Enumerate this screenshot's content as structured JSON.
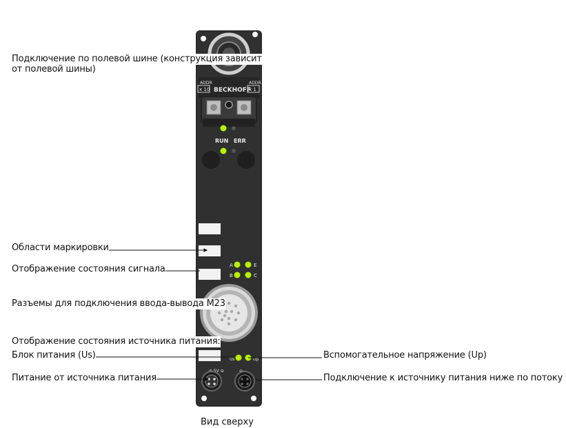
{
  "device": {
    "brand": "BECKHOFF",
    "addr_left_title": "ADDR.",
    "addr_left_mult": "x 10",
    "addr_right_title": "ADDR.",
    "addr_right_mult": "x 1",
    "run_label": "RUN",
    "err_label": "ERR",
    "led_a": "A",
    "led_e": "E",
    "led_b": "B",
    "led_c": "C",
    "led_us": "Us",
    "led_up": "Up",
    "power_in_marks": "⊕ 5V ⊖",
    "power_out_marks": "⊖—"
  },
  "labels": {
    "fieldbus": [
      "Подключение по полевой шине (конструкция зависит",
      "от полевой шины)"
    ],
    "marking": "Области маркировки",
    "signal_status": "Отображение состояния сигнала",
    "io_connectors": "Разъемы для подключения ввода-вывода M23",
    "power_status": "Отображение состояния источника питания:",
    "power_unit": "Блок питания (Us)",
    "aux_voltage": "Вспомогательное напряжение (Up)",
    "power_supply": "Питание от источника питания",
    "downstream": "Подключение к источнику питания ниже по потоку"
  },
  "caption": "Вид сверху",
  "colors": {
    "body": "#2b2b2b",
    "led_green": "#b8f000",
    "label_area": "#f2f2f2"
  }
}
